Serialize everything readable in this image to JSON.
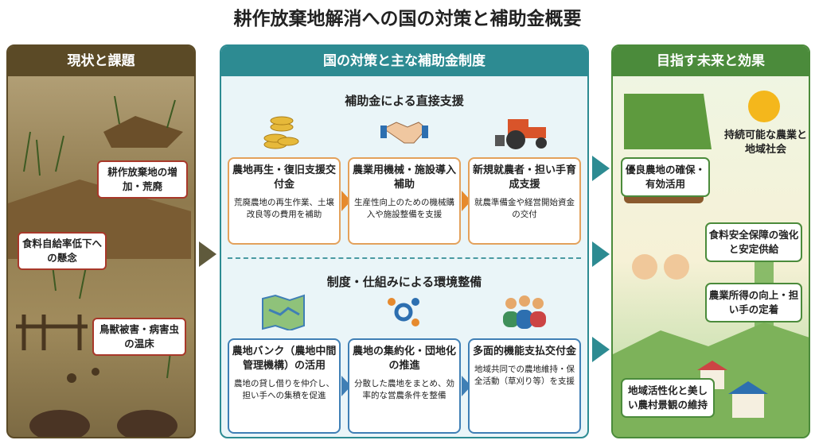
{
  "title": "耕作放棄地解消への国の対策と補助金概要",
  "left": {
    "header": "現状と課題",
    "issues": [
      "耕作放棄地の増加・荒廃",
      "食料自給率低下への懸念",
      "鳥獣被害・病害虫の温床"
    ]
  },
  "middle": {
    "header": "国の対策と主な補助金制度",
    "section1": {
      "title": "補助金による直接支援",
      "cards": [
        {
          "title": "農地再生・復旧支援交付金",
          "desc": "荒廃農地の再生作業、土壌改良等の費用を補助"
        },
        {
          "title": "農業用機械・施設導入補助",
          "desc": "生産性向上のための機械購入や施設整備を支援"
        },
        {
          "title": "新規就農者・担い手育成支援",
          "desc": "就農準備金や経営開始資金の交付"
        }
      ]
    },
    "section2": {
      "title": "制度・仕組みによる環境整備",
      "cards": [
        {
          "title": "農地バンク（農地中間管理機構）の活用",
          "desc": "農地の貸し借りを仲介し、担い手への集積を促進"
        },
        {
          "title": "農地の集約化・団地化の推進",
          "desc": "分散した農地をまとめ、効率的な営農条件を整備"
        },
        {
          "title": "多面的機能支払交付金",
          "desc": "地域共同での農地維持・保全活動（草刈り等）を支援"
        }
      ]
    }
  },
  "right": {
    "header": "目指す未来と効果",
    "goal": "持続可能な農業と地域社会",
    "effects": [
      "優良農地の確保・有効活用",
      "食料安全保障の強化と安定供給",
      "農業所得の向上・担い手の定着",
      "地域活性化と美しい農村景観の維持"
    ]
  },
  "colors": {
    "brown": "#5b4a26",
    "teal": "#2d8b92",
    "green": "#4b8b3b",
    "orange": "#e3a15b",
    "blue": "#3f7fb5",
    "red": "#a8382a"
  }
}
